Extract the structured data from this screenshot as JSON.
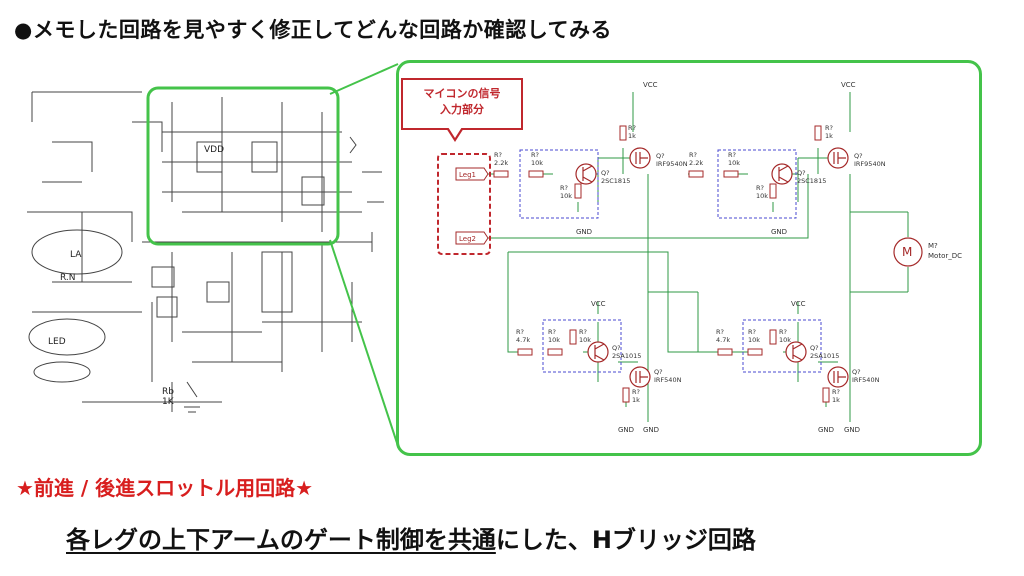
{
  "title": "●メモした回路を見やすく修正してどんな回路か確認してみる",
  "callout": {
    "line1": "マイコンの信号",
    "line2": "入力部分"
  },
  "subtitle": "★前進 / 後進スロットル用回路★",
  "summary": {
    "underlined": "各レグの上下アームのゲート制御を共通",
    "rest": "にした、Hブリッジ回路"
  },
  "schematic": {
    "net_vcc": "VCC",
    "net_gnd": "GND",
    "inputs": [
      "Leg1",
      "Leg2"
    ],
    "resistor_ref": "R?",
    "transistor_ref": "Q?",
    "motor_ref": "M?",
    "motor_name": "Motor_DC",
    "motor_symbol": "M",
    "values": {
      "r_base_top": "2.2k",
      "r_10k": "10k",
      "r_1k": "1k",
      "r_base_bottom": "4.7k"
    },
    "parts": {
      "npn": "2SC1815",
      "pnp": "2SA1015",
      "pmos": "IRF9540N",
      "nmos": "IRF540N"
    }
  },
  "sketch": {
    "labels": [
      "VDD",
      "LA",
      "R.N",
      "LED",
      "Rb",
      "1K"
    ]
  },
  "colors": {
    "accent_green": "#44c34a",
    "callout_red": "#c0272d",
    "subtitle_red": "#d81e1e",
    "wire_green": "#2f9a46",
    "component_red": "#a52a2a",
    "dashed_blue": "#4a4ad0"
  }
}
